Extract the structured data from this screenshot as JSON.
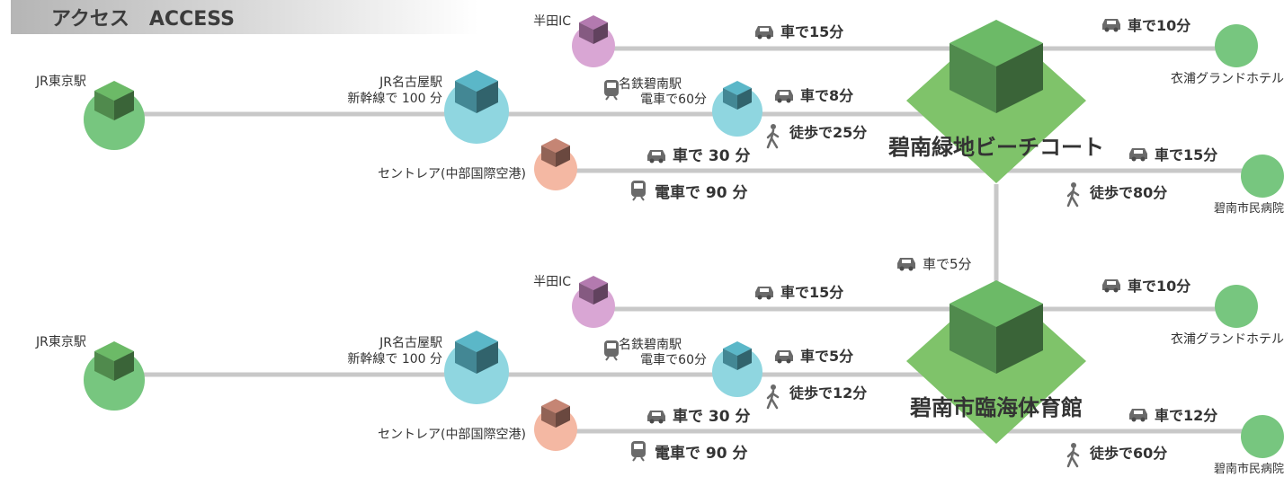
{
  "title": "アクセス　ACCESS",
  "colors": {
    "line": "#c8c8c8",
    "green_circle": "#77c67f",
    "blue_circle": "#8fd6e0",
    "pink_circle": "#d9a6d4",
    "orange_circle": "#f4b8a3",
    "diamond": "#7fc36a",
    "text": "#333333"
  },
  "sections": [
    {
      "venue": "碧南緑地ビーチコート",
      "tokyo": "JR東京駅",
      "nagoya": "JR名古屋駅",
      "nagoya_sub": "新幹線で 100 分",
      "handa": "半田IC",
      "handa_route": "車で15分",
      "centrair": "セントレア(中部国際空港)",
      "centrair_car": "車で 30 分",
      "centrair_train": "電車で 90 分",
      "meitetsu": "名鉄碧南駅",
      "meitetsu_sub": "電車で60分",
      "meitetsu_car": "車で8分",
      "meitetsu_walk": "徒歩で25分",
      "hotel": "衣浦グランドホテル",
      "hotel_car": "車で10分",
      "hospital": "碧南市民病院",
      "hospital_car": "車で15分",
      "hospital_walk": "徒歩で80分"
    },
    {
      "venue": "碧南市臨海体育館",
      "tokyo": "JR東京駅",
      "nagoya": "JR名古屋駅",
      "nagoya_sub": "新幹線で 100 分",
      "handa": "半田IC",
      "handa_route": "車で15分",
      "centrair": "セントレア(中部国際空港)",
      "centrair_car": "車で 30 分",
      "centrair_train": "電車で 90 分",
      "meitetsu": "名鉄碧南駅",
      "meitetsu_sub": "電車で60分",
      "meitetsu_car": "車で5分",
      "meitetsu_walk": "徒歩で12分",
      "hotel": "衣浦グランドホテル",
      "hotel_car": "車で10分",
      "hospital": "碧南市民病院",
      "hospital_car": "車で12分",
      "hospital_walk": "徒歩で60分"
    }
  ],
  "connector": "車で5分"
}
